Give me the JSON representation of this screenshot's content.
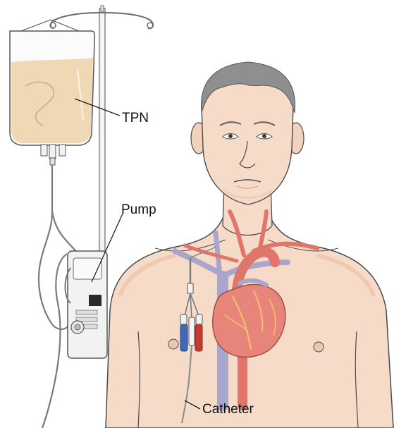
{
  "labels": {
    "tpn": "TPN",
    "pump": "Pump",
    "catheter": "Catheter"
  },
  "colors": {
    "skin": "#f6dcc8",
    "skin_shade": "#e9c2a6",
    "hair": "#8f8f8f",
    "tpn_fluid": "#f0d8b4",
    "bag_outline": "#555555",
    "pump_body": "#f2f2f2",
    "artery_red": "#e0756a",
    "vein_blue": "#a8a6cc",
    "heart": "#e7857b",
    "heart_detail": "#f1c070",
    "catheter_blue": "#3f69b8",
    "catheter_red": "#c43a2e",
    "outline": "#4a4a4a",
    "label_text": "#111111"
  }
}
